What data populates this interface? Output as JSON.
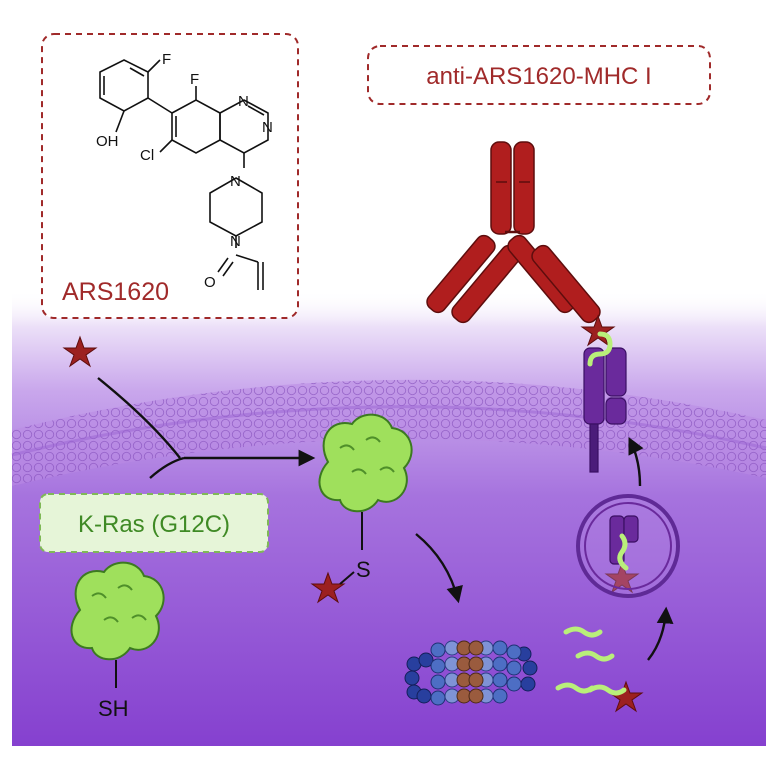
{
  "labels": {
    "drug": "ARS1620",
    "antibody": "anti-ARS1620-MHC I",
    "protein": "K-Ras (G12C)",
    "thioether": "S",
    "thiol": "SH"
  },
  "molecule": {
    "fluoro_1": "F",
    "fluoro_2": "F",
    "hydroxyl": "OH",
    "chloro": "Cl",
    "nitrogen_1": "N",
    "nitrogen_2": "N",
    "nitrogen_3": "N",
    "nitrogen_4": "N",
    "oxygen": "O"
  },
  "colors": {
    "drug_red": "#a02a2a",
    "antibody_red": "#b01e1e",
    "star_red": "#9c2020",
    "protein_green": "#9fe05c",
    "label_green": "#3f8a25",
    "label_bg": "#e6f5d8",
    "membrane_purple": "#a470d6",
    "cytosol_purple": "#8d49d1",
    "mhc_purple": "#6a2a9c",
    "peptide_green": "#b9ef7a"
  },
  "icons": [
    "star-icon",
    "antibody-icon",
    "ras-protein-icon",
    "mhc-complex-icon",
    "proteasome-icon",
    "peptide-icon",
    "vesicle-icon"
  ]
}
